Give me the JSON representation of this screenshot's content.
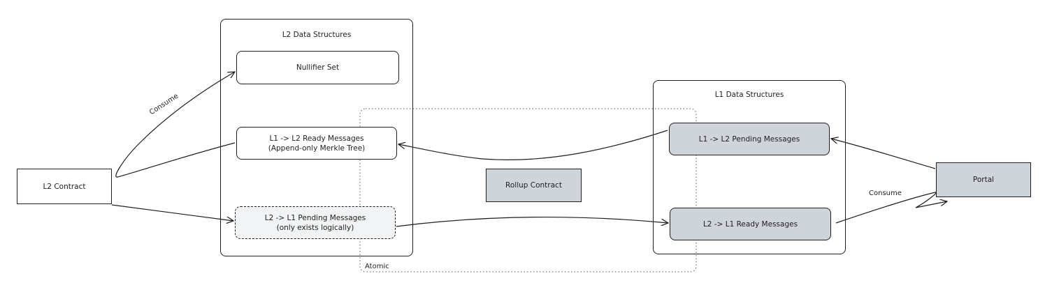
{
  "l2_container": {
    "title": "L2 Data Structures"
  },
  "l1_container": {
    "title": "L1 Data Structures"
  },
  "boxes": {
    "nullifier_set": "Nullifier Set",
    "l1_l2_ready": "L1 -> L2 Ready Messages\n(Append-only Merkle Tree)",
    "l2_l1_pending": "L2 -> L1 Pending Messages\n(only exists logically)",
    "l2_contract": "L2 Contract",
    "rollup_contract": "Rollup Contract",
    "l1_l2_pending": "L1 -> L2 Pending Messages",
    "l2_l1_ready": "L2 -> L1 Ready Messages",
    "portal": "Portal"
  },
  "labels": {
    "consume_left": "Consume",
    "consume_right": "Consume",
    "atomic": "Atomic"
  }
}
